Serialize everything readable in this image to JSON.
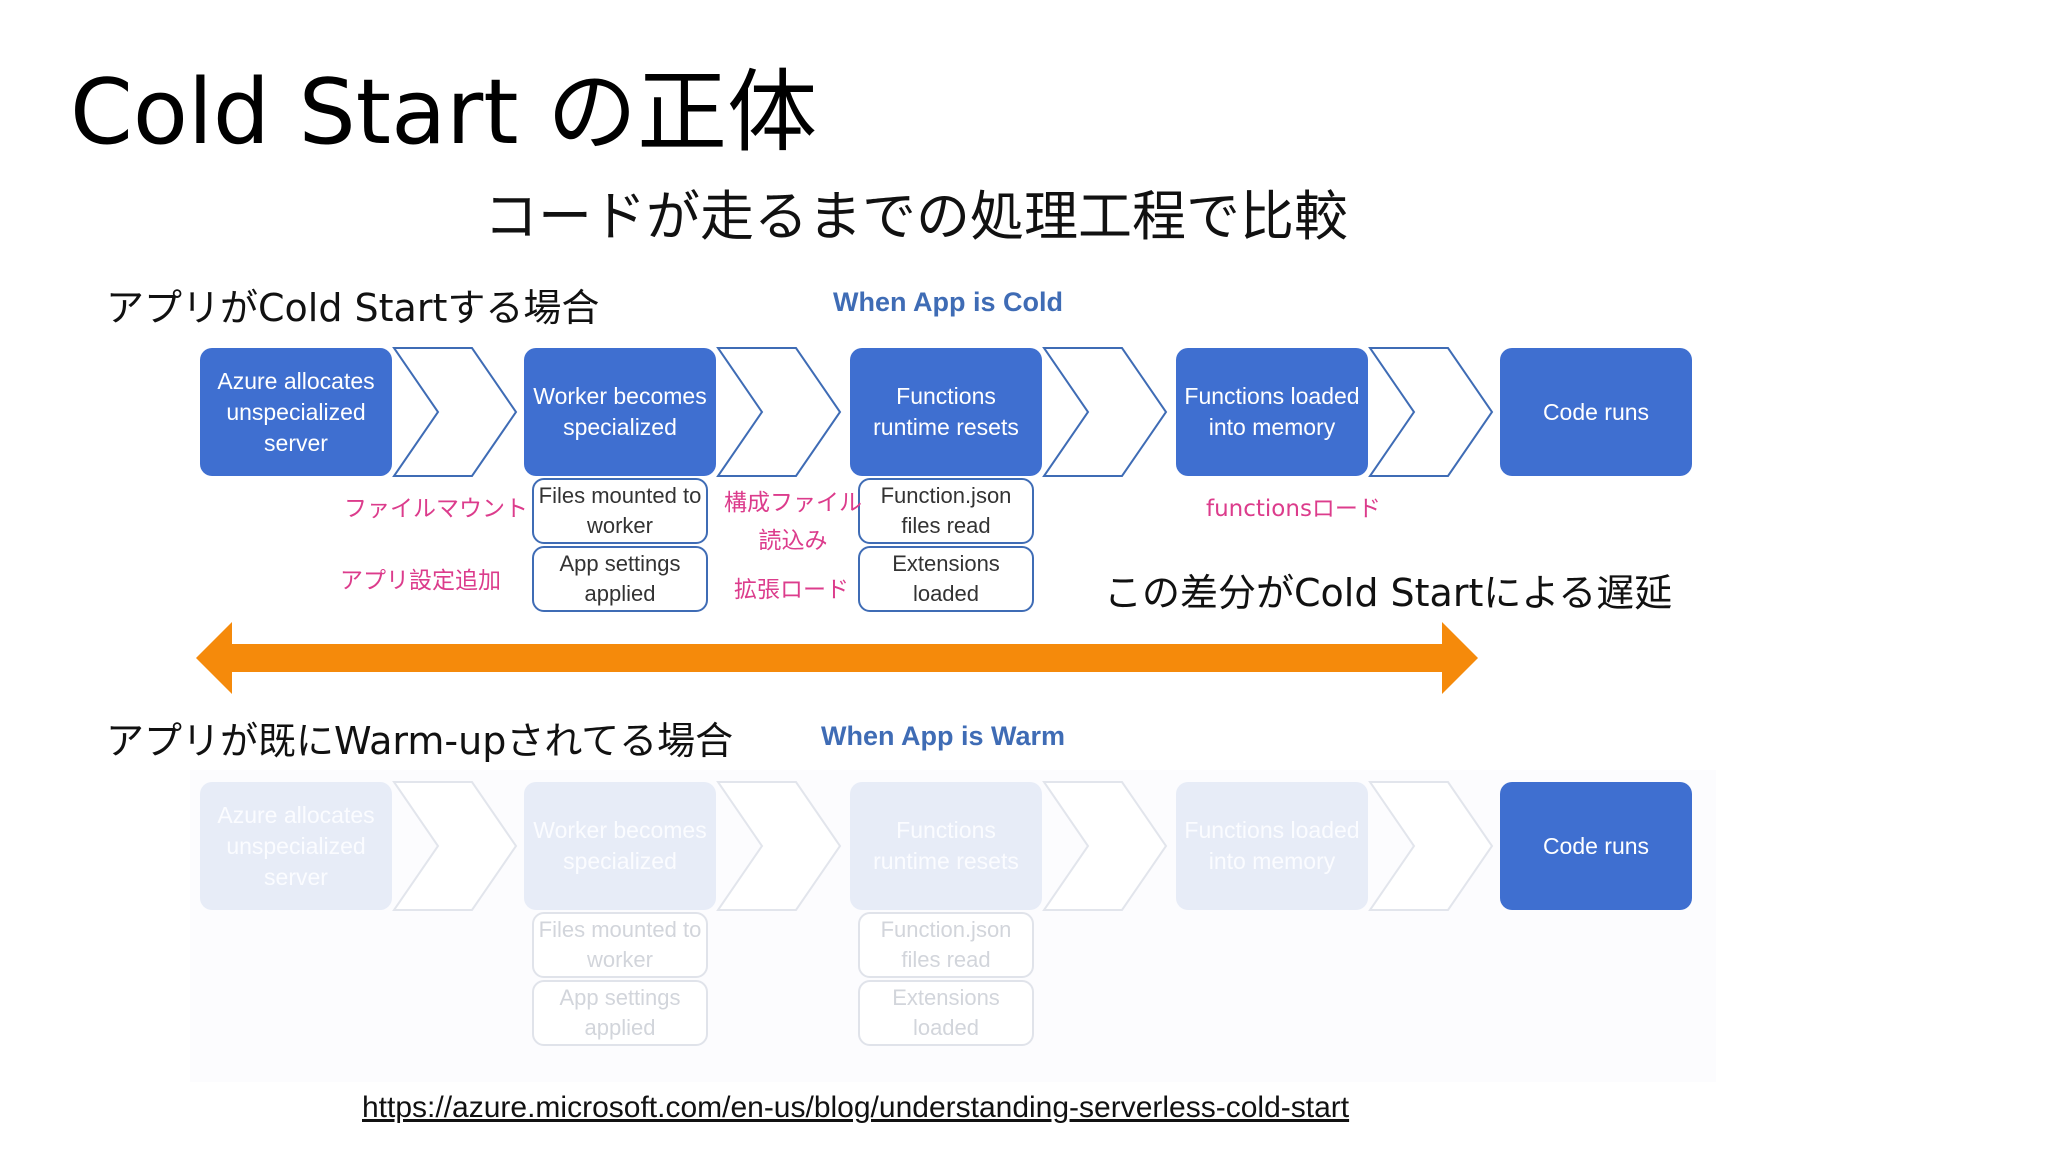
{
  "slide": {
    "title": "Cold Start の正体",
    "subtitle": "コードが走るまでの処理工程で比較",
    "url": "https://azure.microsoft.com/en-us/blog/understanding-serverless-cold-start"
  },
  "cold": {
    "label": "アプリがCold Startする場合",
    "heading": "When App is Cold",
    "steps": [
      "Azure allocates unspecialized server",
      "Worker becomes specialized",
      "Functions runtime resets",
      "Functions loaded into memory",
      "Code runs"
    ],
    "substeps_worker": [
      "Files mounted to worker",
      "App settings applied"
    ],
    "substeps_runtime": [
      "Function.json files read",
      "Extensions loaded"
    ],
    "notes": [
      "ファイルマウント",
      "アプリ設定追加",
      "構成ファイル\n読込み",
      "拡張ロード",
      "functionsロード"
    ]
  },
  "warm": {
    "label": "アプリが既にWarm-upされてる場合",
    "heading": "When App is Warm",
    "steps": [
      "Azure allocates unspecialized server",
      "Worker becomes specialized",
      "Functions runtime resets",
      "Functions loaded into memory",
      "Code runs"
    ],
    "substeps_worker": [
      "Files mounted to worker",
      "App settings applied"
    ],
    "substeps_runtime": [
      "Function.json files read",
      "Extensions loaded"
    ]
  },
  "diff": {
    "label": "この差分がCold Startによる遅延"
  },
  "colors": {
    "step_active": "#3f6fd0",
    "step_faded": "#e7ecf7",
    "heading": "#3f6cb5",
    "note": "#dc3c8c",
    "arrow": "#f58a0b"
  }
}
